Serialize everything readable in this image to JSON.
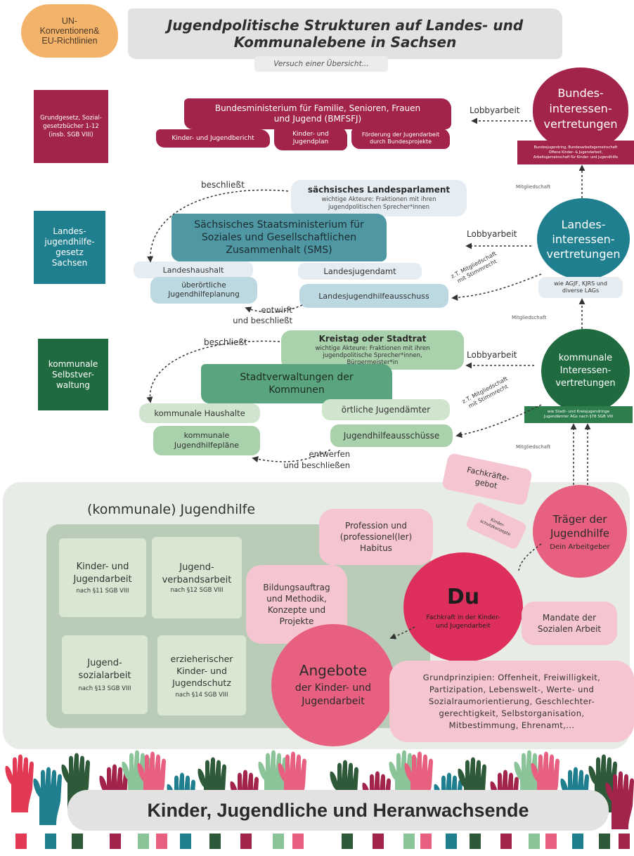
{
  "header": {
    "cloud": "UN-\nKonventionen&\nEU-Richtlinien",
    "title": "Jugendpolitische Strukturen auf Landes- und\nKommunalebene in Sachsen",
    "subtitle": "Versuch einer Übersicht..."
  },
  "left_boxes": {
    "federal": "Grundgesetz, Sozial-\ngesetzbücher 1-12\n(insb. SGB VIII)",
    "state": "Landes-\njugendhilfe-\ngesetz\nSachsen",
    "municipal": "kommunale\nSelbstver-\nwaltung"
  },
  "federal": {
    "ministry": "Bundesministerium für Familie, Senioren, Frauen\nund Jugend (BMFSFJ)",
    "report": "Kinder- und Jugendbericht",
    "plan": "Kinder- und\nJugendplan",
    "funding": "Förderung der Jugendarbeit\ndurch Bundesprojekte",
    "lobby": "Lobbyarbeit",
    "interest": "Bundes-\ninteressen-\nvertretungen",
    "interest_note": "Bundesjugendring, Bundesarbeitsgemeinschaft\nOffene Kinder- & Jugendarbeit,\nArbeitsgemeinschaft für Kinder- und Jugendhilfe",
    "membership": "Mitgliedschaft"
  },
  "state": {
    "decides": "beschließt",
    "parliament": "sächsisches Landesparlament",
    "parliament_note": "wichtige Akteure: Fraktionen mit ihren\njugendpolitischen Sprecher*innen",
    "ministry": "Sächsisches Staatsministerium für\nSoziales und Gesellschaftlichen\nZusammenhalt (SMS)",
    "lobby": "Lobbyarbeit",
    "interest": "Landes-\ninteressen-\nvertretungen",
    "interest_note": "wie AGJF, KJRS und\ndiverse LAGs",
    "budget": "Landeshaushalt",
    "planning": "überörtliche\nJugendhilfeplanung",
    "youth_office": "Landesjugendamt",
    "committee": "Landesjugendhilfeausschuss",
    "membership_vote": "z.T. Mitgliedschaft\nmit Stimmrecht",
    "drafts": "entwirft\nund beschließt",
    "membership": "Mitgliedschaft"
  },
  "municipal": {
    "decides": "beschließt",
    "council": "Kreistag oder Stadtrat",
    "council_note": "wichtige Akteure: Fraktionen mit ihren\njugendpolitische Sprecher*innen,\nBürgermeister*in",
    "lobby": "Lobbyarbeit",
    "admin": "Stadtverwaltungen der\nKommunen",
    "interest": "kommunale\nInteressen-\nvertretungen",
    "interest_note": "wie Stadt- und Kreisjugendringe\nJugendämter AGs nach §78 SGB VIII",
    "budgets": "kommunale Haushalte",
    "offices": "örtliche Jugendämter",
    "membership_vote": "z.T. Mitgliedschaft\nmit Stimmrecht",
    "plans": "kommunale\nJugendhilfepläne",
    "committees": "Jugendhilfeausschüsse",
    "drafts": "entwerfen\nund beschließen",
    "membership": "Mitgliedschaft"
  },
  "youth_help": {
    "title": "(kommunale) Jugendhilfe",
    "fachkraefte": "Fachkräfte-\ngebot",
    "carrier": "Träger der\nJugendhilfe",
    "carrier_sub": "Dein Arbeitgeber",
    "kinderschutz": "Kinder-\nschutzkonzepte",
    "profession": "Profession und\n(professionel(ler)\nHabitus",
    "box1_title": "Kinder- und\nJugendarbeit",
    "box1_sub": "nach §11 SGB VIII",
    "box2_title": "Jugend-\nverbandsarbeit",
    "box2_sub": "nach §12 SGB VIII",
    "box3_title": "Jugend-\nsozialarbeit",
    "box3_sub": "nach §13 SGB VIII",
    "box4_title": "erzieherischer\nKinder- und\nJugendschutz",
    "box4_sub": "nach §14 SGB VIII",
    "education": "Bildungsauftrag\nund Methodik,\nKonzepte und\nProjekte",
    "du": "Du",
    "du_sub": "Fachkraft in der Kinder-\nund Jugendarbeit",
    "mandate": "Mandate der\nSozialen Arbeit",
    "offers_title": "Angebote",
    "offers_sub": "der Kinder- und\nJugendarbeit",
    "principles": "Grundprinzipien: Offenheit, Freiwilligkeit,\nPartizipation, Lebenswelt-, Werte- und\nSozialraumorientierung, Geschlechter-\ngerechtigkeit, Selbstorganisation,\nMitbestimmung, Ehrenamt,..."
  },
  "footer": {
    "banner": "Kinder, Jugendliche und Heranwachsende"
  },
  "colors": {
    "federal": "#a3244b",
    "state": "#1f7f8f",
    "municipal": "#1f6b3f",
    "cloud": "#f4b36a",
    "pink": "#e8607f",
    "light_pink": "#f6c5d2",
    "sage": "#e4ece3",
    "hand_dark_green": "#2f5a3a"
  }
}
